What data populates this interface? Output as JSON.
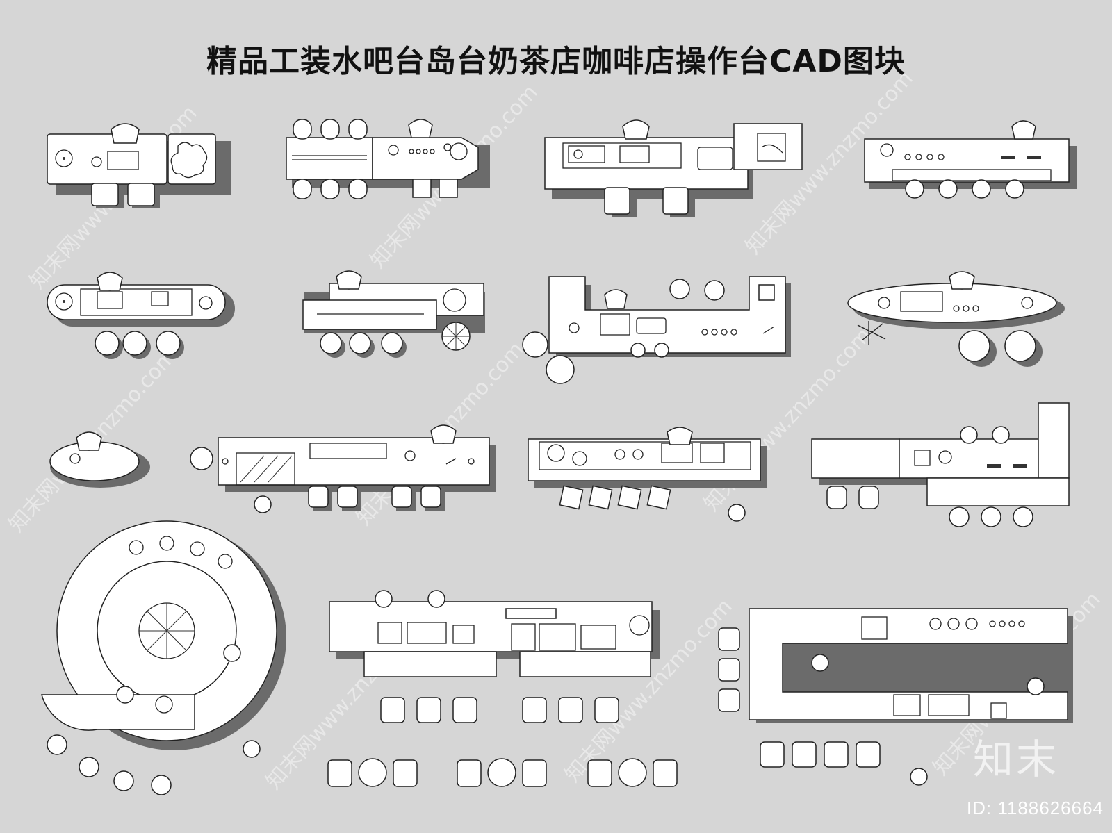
{
  "title": "精品工装水吧台岛台奶茶店咖啡店操作台CAD图块",
  "id_label": "ID: 1188626664",
  "logo_text": "知末",
  "watermark_text": "知末网www.znzmo.com",
  "colors": {
    "background": "#d6d6d6",
    "shadow": "#6b6b6b",
    "line": "#222222",
    "fill": "#ffffff"
  }
}
